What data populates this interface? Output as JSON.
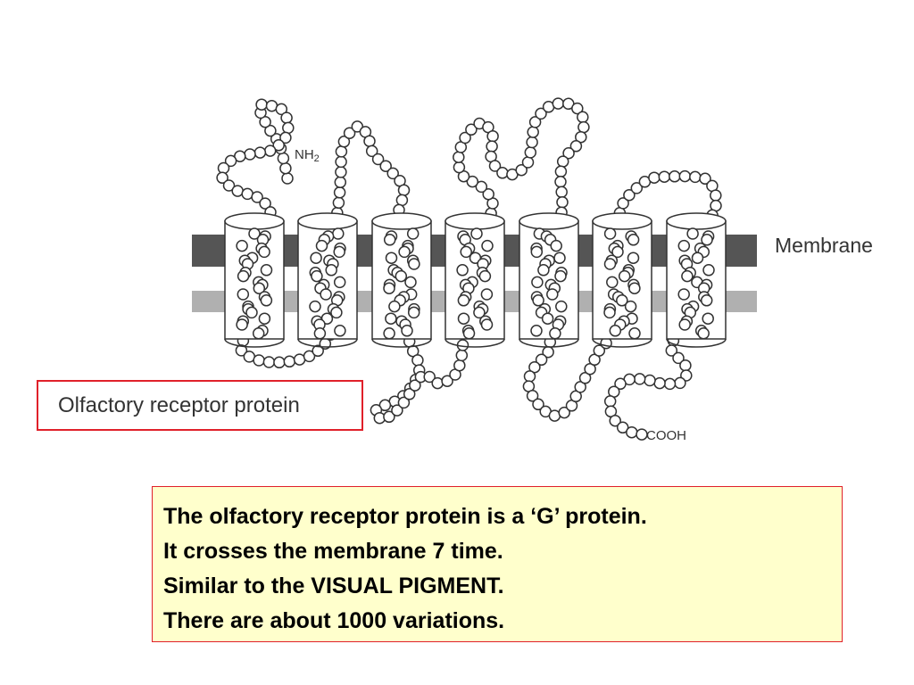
{
  "diagram": {
    "membrane_label": "Membrane",
    "n_terminus_label": "NH",
    "n_terminus_subscript": "2",
    "c_terminus_label": "COOH",
    "helix_count": 7,
    "colors": {
      "membrane_dark": "#555555",
      "membrane_light": "#b0b0b0",
      "bead_stroke": "#333333"
    }
  },
  "label_box": {
    "text": "Olfactory receptor protein",
    "border_color": "#e0202a"
  },
  "note_box": {
    "lines": [
      "The olfactory receptor protein is a ‘G’ protein.",
      "It crosses the membrane 7 time.",
      "Similar to the VISUAL PIGMENT.",
      "There are about 1000 variations."
    ],
    "background": "#ffffcc",
    "border_color": "#e0202a"
  }
}
